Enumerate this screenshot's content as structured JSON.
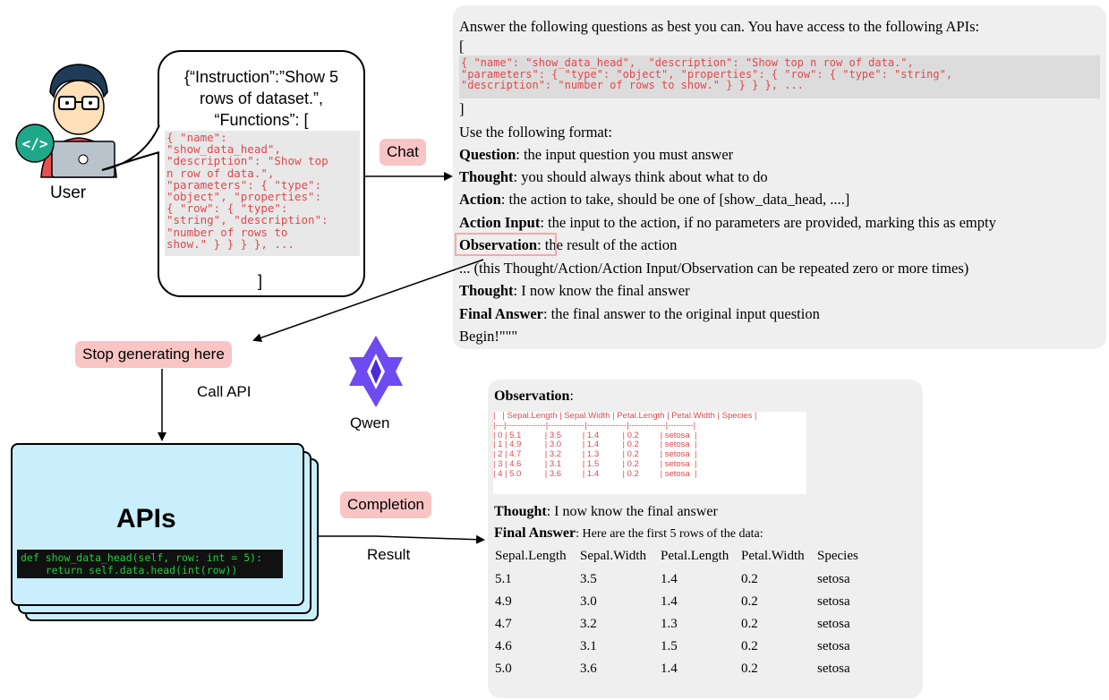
{
  "user": {
    "label": "User",
    "icon": "developer-avatar-icon"
  },
  "bubble": {
    "text_lines": [
      "{“Instruction”:”Show 5",
      "rows of dataset.”,",
      "“Functions”: ["
    ],
    "code": "{ \"name\":\n\"show_data_head\",\n\"description\": \"Show top\nn row of data.\",\n\"parameters\": { \"type\":\n\"object\", \"properties\":\n{ \"row\": { \"type\":\n\"string\", \"description\":\n\"number of rows to\nshow.\" } } } }, ...",
    "close": "]"
  },
  "labels": {
    "chat": "Chat",
    "stop": "Stop generating here",
    "call_api": "Call API",
    "completion": "Completion",
    "result": "Result",
    "qwen": "Qwen"
  },
  "prompt": {
    "intro": "Answer the following questions as best you can. You have access to the following APIs:",
    "open_bracket": "[",
    "code": "{ \"name\": \"show_data_head\",  \"description\": \"Show top n row of data.\",\n\"parameters\": { \"type\": \"object\", \"properties\": { \"row\": { \"type\": \"string\",\n\"description\": \"number of rows to show.\" } } } }, ...",
    "close_bracket": "]",
    "format_intro": "Use the following format:",
    "rows": [
      {
        "key": "Question",
        "text": ": the input question you must answer"
      },
      {
        "key": "Thought",
        "text": ": you should always think about what to do"
      },
      {
        "key": "Action",
        "text": ": the action to take, should be one of [show_data_head, ....]"
      },
      {
        "key": "Action Input",
        "text": ": the input to the action, if no parameters are provided, marking this as empty"
      },
      {
        "key": "Observation",
        "text": ": the result of the action"
      }
    ],
    "repeat": "... (this Thought/Action/Action Input/Observation can be repeated zero or more times)",
    "final_rows": [
      {
        "key": "Thought",
        "text": ": I now know the final answer"
      },
      {
        "key": "Final Answer",
        "text": ": the final answer to the original input question"
      }
    ],
    "begin": "Begin!\"\"\""
  },
  "observation": {
    "key": "Observation",
    "colon": ":",
    "table_text": "|   | Sepal.Length | Sepal.Width | Petal.Length | Petal.Width | Species |\n|---|--------------|-------------|--------------|-------------|---------|\n| 0 | 5.1          | 3.5         | 1.4          | 0.2         | setosa  |\n| 1 | 4.9          | 3.0         | 1.4          | 0.2         | setosa  |\n| 2 | 4.7          | 3.2         | 1.3          | 0.2         | setosa  |\n| 3 | 4.6          | 3.1         | 1.5          | 0.2         | setosa  |\n| 4 | 5.0          | 3.6         | 1.4          | 0.2         | setosa  |",
    "thought_key": "Thought",
    "thought_text": ": I now know the final answer",
    "final_key": "Final Answer",
    "final_text": ": Here are the first 5 rows of the data:",
    "headers": [
      "Sepal.Length",
      "Sepal.Width",
      "Petal.Length",
      "Petal.Width",
      "Species"
    ],
    "rows": [
      [
        "5.1",
        "3.5",
        "1.4",
        "0.2",
        "setosa"
      ],
      [
        "4.9",
        "3.0",
        "1.4",
        "0.2",
        "setosa"
      ],
      [
        "4.7",
        "3.2",
        "1.3",
        "0.2",
        "setosa"
      ],
      [
        "4.6",
        "3.1",
        "1.5",
        "0.2",
        "setosa"
      ],
      [
        "5.0",
        "3.6",
        "1.4",
        "0.2",
        "setosa"
      ]
    ]
  },
  "apis": {
    "title": "APIs",
    "code": "def show_data_head(self, row: int = 5):\n    return self.data.head(int(row))"
  },
  "colors": {
    "pill": "#f9c4c4",
    "code_red": "#e0484d",
    "api_card": "#c9effc",
    "api_code_green": "#27c93f",
    "qwen_purple": "#6d4bf0"
  }
}
